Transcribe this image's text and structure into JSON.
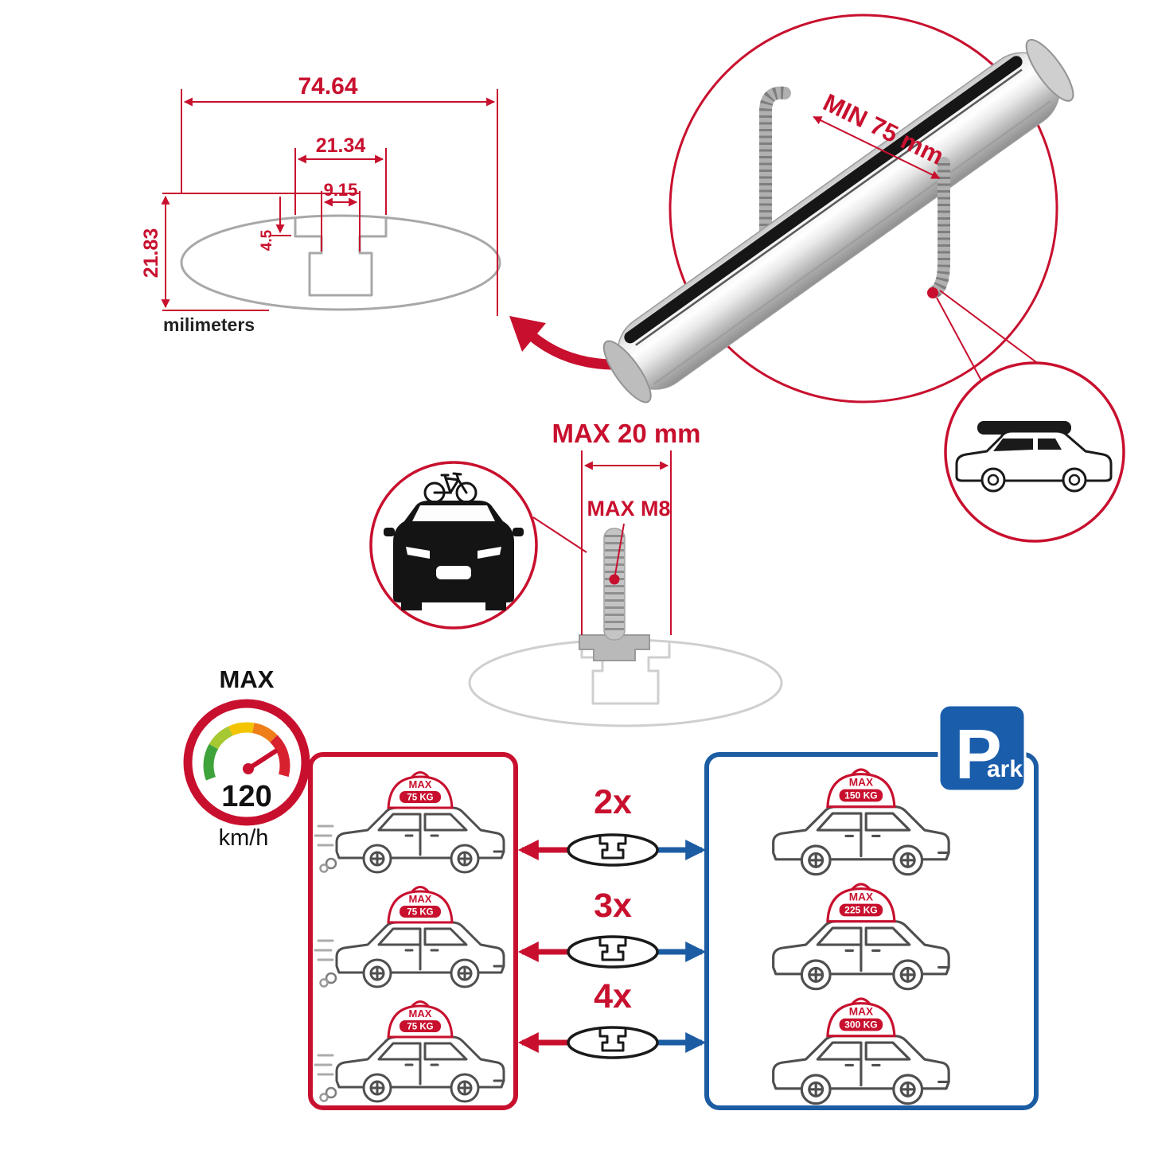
{
  "colors": {
    "red": "#c8102e",
    "blue": "#1c5ca3",
    "gray": "#a8a8a8",
    "dark": "#1a1a1a"
  },
  "cross_section": {
    "total_width": "74.64",
    "channel_width": "21.34",
    "slot_width": "9.15",
    "lip_depth": "4.5",
    "height": "21.83",
    "units": "milimeters"
  },
  "bar": {
    "min_label": "MIN 75 mm"
  },
  "bolt": {
    "width_label": "MAX 20 mm",
    "thread_label": "MAX M8"
  },
  "speed": {
    "heading": "MAX",
    "value": "120",
    "unit": "km/h"
  },
  "left_box": {
    "cars": [
      {
        "max": "MAX",
        "kg": "75 KG"
      },
      {
        "max": "MAX",
        "kg": "75 KG"
      },
      {
        "max": "MAX",
        "kg": "75 KG"
      }
    ]
  },
  "multipliers": [
    "2x",
    "3x",
    "4x"
  ],
  "right_box": {
    "cars": [
      {
        "max": "MAX",
        "kg": "150 KG"
      },
      {
        "max": "MAX",
        "kg": "225 KG"
      },
      {
        "max": "MAX",
        "kg": "300 KG"
      }
    ]
  },
  "park": {
    "p": "P",
    "ark": "ark"
  }
}
